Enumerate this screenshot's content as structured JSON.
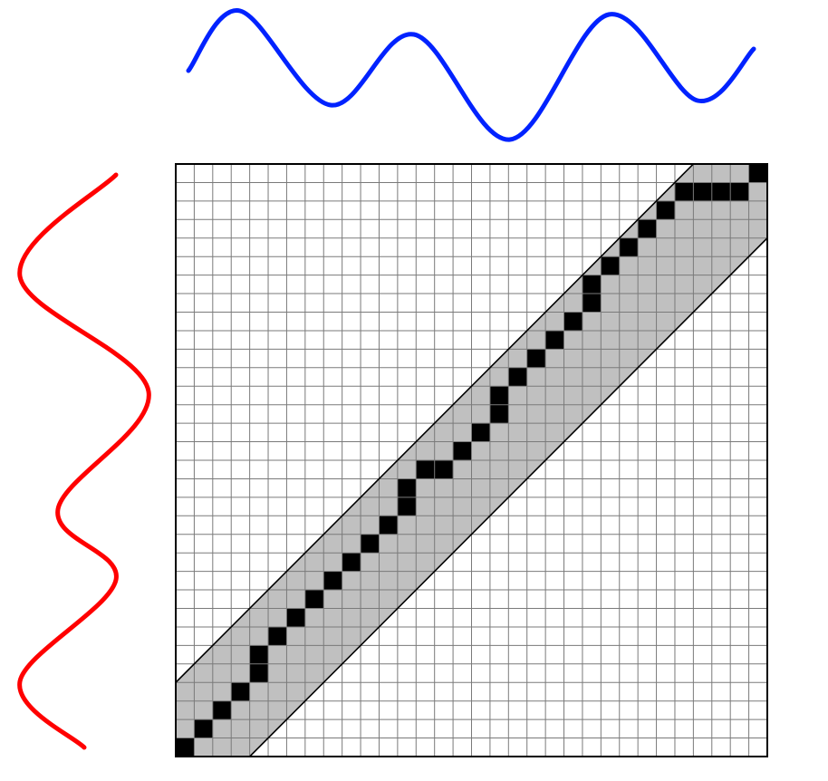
{
  "diagram": {
    "type": "dynamic-time-warping",
    "grid": {
      "rows": 32,
      "cols": 32
    },
    "band": {
      "kind": "sakoe-chiba",
      "half_width_cells": 4
    },
    "colors": {
      "horizontal_series": "#0022ff",
      "vertical_series": "#ff0000",
      "band_fill": "#c0c0c0",
      "path_cell": "#000000",
      "grid_line": "#7a7a7a",
      "frame": "#000000",
      "background": "#ffffff"
    },
    "warping_path": [
      [
        0,
        0
      ],
      [
        1,
        1
      ],
      [
        2,
        2
      ],
      [
        3,
        3
      ],
      [
        4,
        4
      ],
      [
        4,
        5
      ],
      [
        5,
        6
      ],
      [
        6,
        7
      ],
      [
        7,
        8
      ],
      [
        8,
        9
      ],
      [
        9,
        10
      ],
      [
        10,
        11
      ],
      [
        11,
        12
      ],
      [
        12,
        13
      ],
      [
        12,
        14
      ],
      [
        13,
        15
      ],
      [
        14,
        15
      ],
      [
        15,
        16
      ],
      [
        16,
        17
      ],
      [
        17,
        18
      ],
      [
        17,
        19
      ],
      [
        18,
        20
      ],
      [
        19,
        21
      ],
      [
        20,
        22
      ],
      [
        21,
        23
      ],
      [
        22,
        24
      ],
      [
        22,
        25
      ],
      [
        23,
        26
      ],
      [
        24,
        27
      ],
      [
        25,
        28
      ],
      [
        26,
        29
      ],
      [
        27,
        30
      ],
      [
        28,
        30
      ],
      [
        29,
        30
      ],
      [
        30,
        30
      ],
      [
        31,
        31
      ]
    ]
  }
}
